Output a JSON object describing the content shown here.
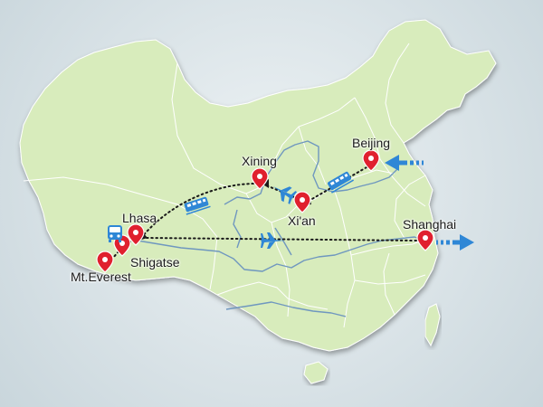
{
  "map": {
    "colors": {
      "land": "#d8ecbc",
      "border": "#ffffff",
      "river": "#6f97bf",
      "pin": "#e0202e",
      "route": "#1a1a1a",
      "arrow": "#2f87d6",
      "background": "#dbe4e8"
    },
    "cities": {
      "beijing": "Beijing",
      "xining": "Xining",
      "xian": "Xi'an",
      "lhasa": "Lhasa",
      "shigatse": "Shigatse",
      "everest": "Mt.Everest",
      "shanghai": "Shanghai"
    },
    "icons": {
      "train": "train-icon",
      "plane": "plane-icon",
      "bus": "bus-icon",
      "pin": "map-pin-icon",
      "arrow_in": "arrow-in-icon",
      "arrow_out": "arrow-out-icon"
    }
  }
}
